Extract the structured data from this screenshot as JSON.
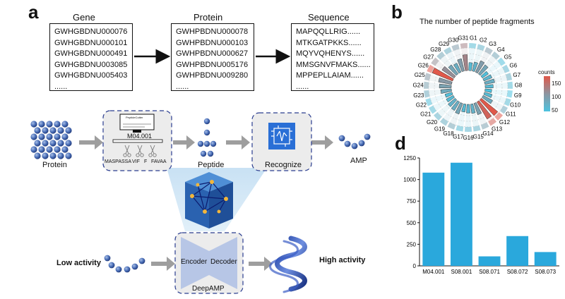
{
  "panels": {
    "a": "a",
    "b": "b",
    "d": "d"
  },
  "table": {
    "gene_header": "Gene",
    "protein_header": "Protein",
    "sequence_header": "Sequence",
    "genes": [
      "GWHGBDNU000076",
      "GWHGBDNU000101",
      "GWHGBDNU000491",
      "GWHGBDNU003085",
      "GWHGBDNU005403",
      "......"
    ],
    "proteins": [
      "GWHPBDNU000078",
      "GWHPBDNU000103",
      "GWHPBDNU000627",
      "GWHPBDNU005176",
      "GWHPBDNU009280",
      "......"
    ],
    "sequences": [
      "MAPQQLLRIG......",
      "MTKGATPKKS......",
      "MQYVQHENYS......",
      "MMSGNVFMAKS......",
      "MPPEPLLAIAM......",
      "......"
    ]
  },
  "pipeline": {
    "protein": "Protein",
    "peptide": "Peptide",
    "recognize": "Recognize",
    "amp": "AMP",
    "enzyme_code": "M04.001",
    "enzyme_brand": "PeptideCutter",
    "enzymes": [
      "MASPASSA",
      "VIF",
      "F",
      "FAVAA"
    ],
    "low_activity": "Low activity",
    "high_activity": "High activity",
    "encoder": "Encoder",
    "decoder": "Decoder",
    "model": "DeepAMP"
  },
  "polar": {
    "title": "The number of peptide fragments",
    "legend_title": "counts",
    "legend_ticks": [
      "150",
      "100",
      "50"
    ],
    "labels": [
      "G1",
      "G2",
      "G3",
      "G4",
      "G5",
      "G6",
      "G7",
      "G8",
      "G9",
      "G10",
      "G11",
      "G12",
      "G13",
      "G14",
      "G15",
      "G16",
      "G17",
      "G18",
      "G19",
      "G20",
      "G21",
      "G22",
      "G23",
      "G24",
      "G25",
      "G26",
      "G27",
      "G28",
      "G29",
      "G30",
      "G31"
    ],
    "values": [
      60,
      70,
      95,
      85,
      55,
      65,
      75,
      60,
      50,
      60,
      80,
      160,
      150,
      90,
      70,
      65,
      60,
      85,
      75,
      70,
      60,
      55,
      80,
      90,
      100,
      165,
      110,
      85,
      75,
      95,
      120
    ]
  },
  "chart_data": {
    "type": "bar",
    "categories": [
      "M04.001",
      "S08.001",
      "S08.071",
      "S08.072",
      "S08.073"
    ],
    "values": [
      1080,
      1195,
      110,
      345,
      160
    ],
    "yticks": [
      "0",
      "250",
      "500",
      "750",
      "1000",
      "1250"
    ],
    "ylim": [
      0,
      1250
    ],
    "color": "#2aa8dc"
  }
}
